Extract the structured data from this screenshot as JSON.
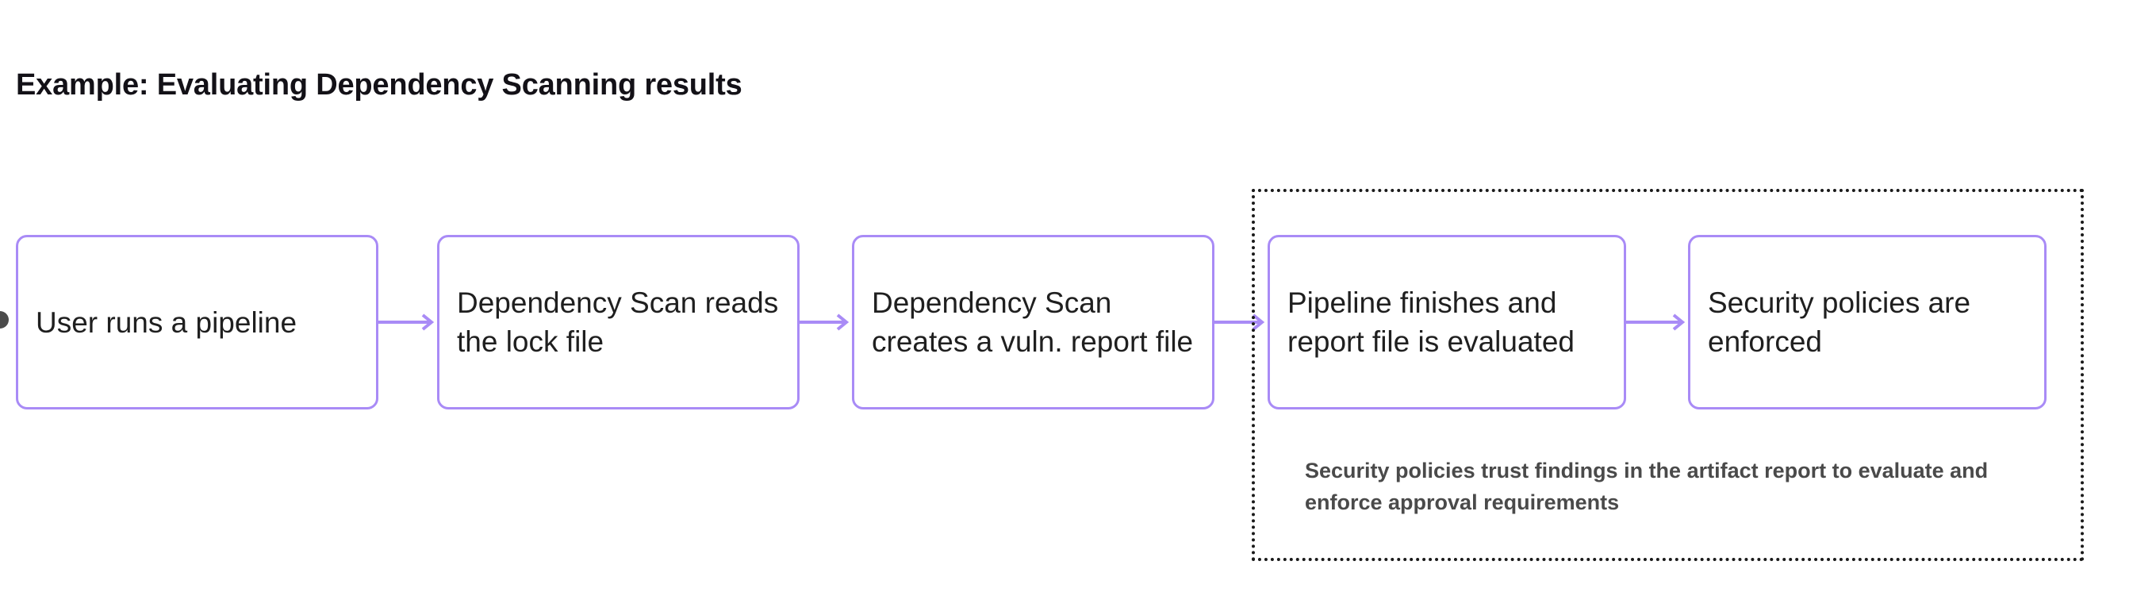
{
  "page": {
    "title": "Example: Evaluating Dependency Scanning results",
    "background_color": "#ffffff"
  },
  "theme": {
    "node_border_color": "#a98bf6",
    "node_fill_color": "#ffffff",
    "node_text_color": "#1f1f1f",
    "arrow_color": "#a98bf6",
    "group_border_color": "#1a1a1a",
    "caption_text_color": "#4a4a4a",
    "title_text_color": "#131117",
    "stub_dot_color": "#4b4b4b"
  },
  "diagram": {
    "type": "flowchart",
    "direction": "left-to-right",
    "nodes": [
      {
        "id": "n0",
        "label": "User runs a pipeline"
      },
      {
        "id": "n1",
        "label": "Dependency Scan reads the lock file"
      },
      {
        "id": "n2",
        "label": "Dependency Scan creates a vuln. report file"
      },
      {
        "id": "n3",
        "label": "Pipeline finishes and report file is evaluated"
      },
      {
        "id": "n4",
        "label": "Security policies are enforced"
      }
    ],
    "edges": [
      {
        "from": "n0",
        "to": "n1",
        "style": "arrow"
      },
      {
        "from": "n1",
        "to": "n2",
        "style": "arrow"
      },
      {
        "from": "n2",
        "to": "n3",
        "style": "arrow"
      },
      {
        "from": "n3",
        "to": "n4",
        "style": "arrow"
      }
    ],
    "groups": [
      {
        "id": "g0",
        "border_style": "dotted",
        "members": [
          "n3",
          "n4"
        ],
        "caption": "Security policies trust findings in the artifact report to evaluate and enforce approval requirements"
      }
    ],
    "icons": {
      "arrow": "arrow-right-icon",
      "stub": "connector-dot-icon"
    }
  }
}
